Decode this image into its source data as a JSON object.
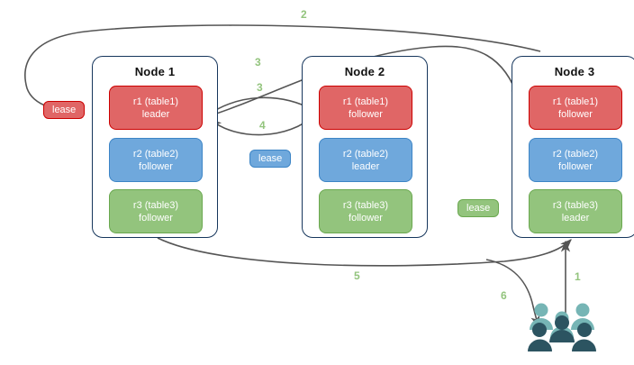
{
  "diagram": {
    "title": "distributed-lease-replication-flow",
    "colors": {
      "red_fill": "#e06666",
      "red_stroke": "#cc0000",
      "blue_fill": "#6fa8dc",
      "blue_stroke": "#3d85c6",
      "green_fill": "#93c47d",
      "green_stroke": "#6aa84f",
      "node_border": "#16365c",
      "arrow": "#555555",
      "step_label": "#93c47d",
      "people_light": "#76b5b5",
      "people_dark": "#2c5461"
    }
  },
  "nodes": [
    {
      "id": "node1",
      "title": "Node 1",
      "replicas": [
        {
          "name": "r1 (table1)",
          "role": "leader",
          "color": "red"
        },
        {
          "name": "r2 (table2)",
          "role": "follower",
          "color": "blue"
        },
        {
          "name": "r3 (table3)",
          "role": "follower",
          "color": "green"
        }
      ]
    },
    {
      "id": "node2",
      "title": "Node 2",
      "replicas": [
        {
          "name": "r1 (table1)",
          "role": "follower",
          "color": "red"
        },
        {
          "name": "r2 (table2)",
          "role": "leader",
          "color": "blue"
        },
        {
          "name": "r3 (table3)",
          "role": "follower",
          "color": "green"
        }
      ]
    },
    {
      "id": "node3",
      "title": "Node 3",
      "replicas": [
        {
          "name": "r1 (table1)",
          "role": "follower",
          "color": "red"
        },
        {
          "name": "r2 (table2)",
          "role": "follower",
          "color": "blue"
        },
        {
          "name": "r3 (table3)",
          "role": "leader",
          "color": "green"
        }
      ]
    }
  ],
  "leases": [
    {
      "id": "lease-red",
      "label": "lease",
      "color": "red"
    },
    {
      "id": "lease-blue",
      "label": "lease",
      "color": "blue"
    },
    {
      "id": "lease-green",
      "label": "lease",
      "color": "green"
    }
  ],
  "steps": [
    {
      "id": "step-1",
      "label": "1"
    },
    {
      "id": "step-2",
      "label": "2"
    },
    {
      "id": "step-3a",
      "label": "3"
    },
    {
      "id": "step-3b",
      "label": "3"
    },
    {
      "id": "step-4",
      "label": "4"
    },
    {
      "id": "step-5",
      "label": "5"
    },
    {
      "id": "step-6",
      "label": "6"
    }
  ],
  "actor": {
    "id": "clients",
    "icon": "people-group-icon"
  }
}
